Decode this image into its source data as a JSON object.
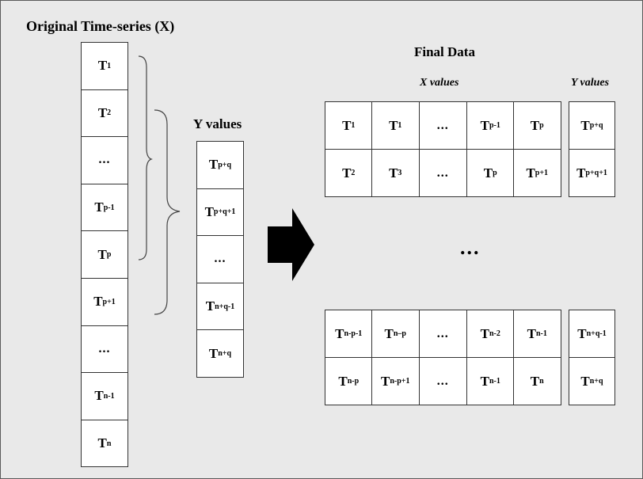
{
  "labels": {
    "original_title": "Original Time-series (X)",
    "y_values_title": "Y values",
    "final_title": "Final Data",
    "x_values_header": "X values",
    "y_values_header": "Y values",
    "middle_dots": "..."
  },
  "original_series": [
    {
      "base": "T",
      "sub": "1"
    },
    {
      "base": "T",
      "sub": "2"
    },
    {
      "base": "...",
      "sub": ""
    },
    {
      "base": "T",
      "sub": "p-1"
    },
    {
      "base": "T",
      "sub": "p"
    },
    {
      "base": "T",
      "sub": "p+1"
    },
    {
      "base": "...",
      "sub": ""
    },
    {
      "base": "T",
      "sub": "n-1"
    },
    {
      "base": "T",
      "sub": "n"
    }
  ],
  "y_series": [
    {
      "base": "T",
      "sub": "p+q"
    },
    {
      "base": "T",
      "sub": "p+q+1"
    },
    {
      "base": "...",
      "sub": ""
    },
    {
      "base": "T",
      "sub": "n+q-1"
    },
    {
      "base": "T",
      "sub": "n+q"
    }
  ],
  "final_top": {
    "x_rows": [
      [
        {
          "base": "T",
          "sub": "1"
        },
        {
          "base": "T",
          "sub": "1"
        },
        {
          "base": "...",
          "sub": ""
        },
        {
          "base": "T",
          "sub": "p-1"
        },
        {
          "base": "T",
          "sub": "p"
        }
      ],
      [
        {
          "base": "T",
          "sub": "2"
        },
        {
          "base": "T",
          "sub": "3"
        },
        {
          "base": "...",
          "sub": ""
        },
        {
          "base": "T",
          "sub": "p"
        },
        {
          "base": "T",
          "sub": "p+1"
        }
      ]
    ],
    "y_rows": [
      {
        "base": "T",
        "sub": "p+q"
      },
      {
        "base": "T",
        "sub": "p+q+1"
      }
    ]
  },
  "final_bottom": {
    "x_rows": [
      [
        {
          "base": "T",
          "sub": "n-p-1"
        },
        {
          "base": "T",
          "sub": "n–p"
        },
        {
          "base": "...",
          "sub": ""
        },
        {
          "base": "T",
          "sub": "n-2"
        },
        {
          "base": "T",
          "sub": "n-1"
        }
      ],
      [
        {
          "base": "T",
          "sub": "n-p"
        },
        {
          "base": "T",
          "sub": "n-p+1"
        },
        {
          "base": "...",
          "sub": ""
        },
        {
          "base": "T",
          "sub": "n-1"
        },
        {
          "base": "T",
          "sub": "n"
        }
      ]
    ],
    "y_rows": [
      {
        "base": "T",
        "sub": "n+q-1"
      },
      {
        "base": "T",
        "sub": "n+q"
      }
    ]
  },
  "colors": {
    "background": "#e9e9e9",
    "cell_fill": "#ffffff",
    "arrow": "#000000",
    "bracket": "#444444"
  }
}
